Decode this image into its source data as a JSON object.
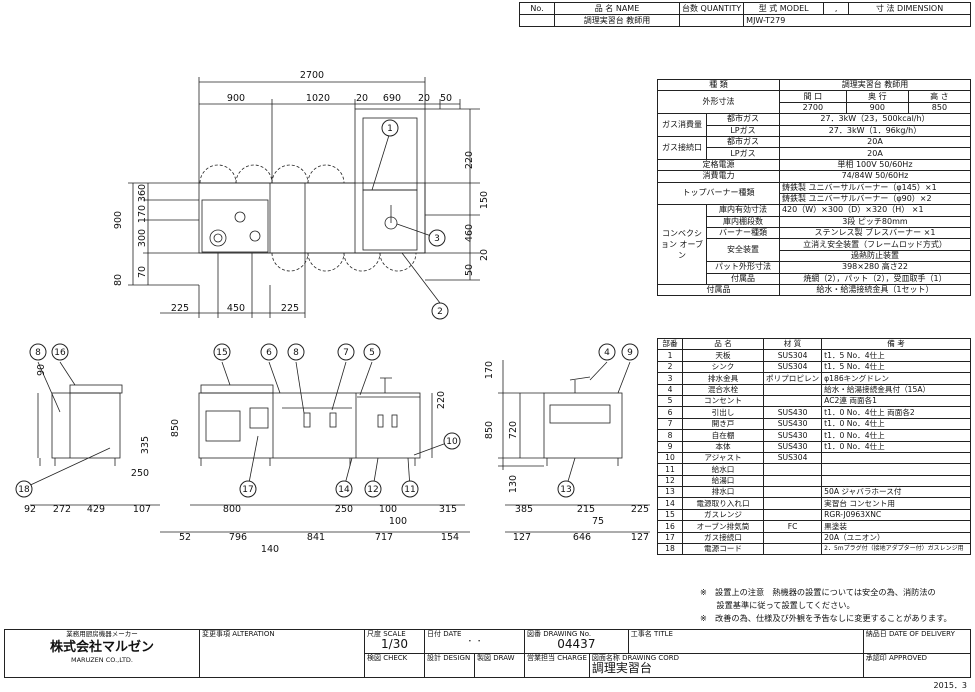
{
  "header": {
    "cols": [
      "No.",
      "品 名 NAME",
      "台数 QUANTITY",
      "型 式 MODEL",
      ",",
      "寸 法 DIMENSION"
    ],
    "row": {
      "name": "調理実習台 教師用",
      "model": "MJW-T279"
    }
  },
  "plan_dims": {
    "overall": "2700",
    "top": [
      "900",
      "1020",
      "20",
      "690",
      "20",
      "50"
    ],
    "right": [
      "220",
      "150",
      "460",
      "20",
      "50"
    ],
    "left": [
      "900",
      "360",
      "170",
      "300",
      "70",
      "80"
    ],
    "bottom": [
      "225",
      "450",
      "225"
    ]
  },
  "front_dims": {
    "bottom1": [
      "92",
      "272",
      "429",
      "107",
      "800",
      "250",
      "100",
      "315"
    ],
    "bottom_mid": "100",
    "bottom2": [
      "52",
      "796",
      "841",
      "717",
      "154"
    ],
    "bottom3": "140",
    "left_heights": [
      "90",
      "850",
      "335",
      "250"
    ],
    "right_heights": [
      "220"
    ]
  },
  "side_dims": {
    "left": [
      "170",
      "720",
      "850",
      "130"
    ],
    "bottom1": [
      "385",
      "215",
      "225"
    ],
    "bottom_small": "75",
    "bottom2": [
      "127",
      "646",
      "127"
    ]
  },
  "callouts": [
    "1",
    "2",
    "3",
    "4",
    "5",
    "6",
    "7",
    "8",
    "9",
    "10",
    "11",
    "12",
    "13",
    "14",
    "15",
    "16",
    "17",
    "18"
  ],
  "spec": {
    "kind_label": "種 類",
    "kind": "調理実習台 教師用",
    "outer_label": "外形寸法",
    "outer_heads": [
      "間 口",
      "奥 行",
      "高 さ"
    ],
    "outer_vals": [
      "2700",
      "900",
      "850"
    ],
    "gas_consumption_label": "ガス消費量",
    "city_gas": "都市ガス",
    "lp_gas": "LPガス",
    "gas_cons_city": "27．3kW（23，500kcal/h）",
    "gas_cons_lp": "27．3kW（1．96kg/h）",
    "gas_conn_label": "ガス接続口",
    "gas_conn_city": "20A",
    "gas_conn_lp": "20A",
    "power_label": "定格電源",
    "power": "単相 100V 50/60Hz",
    "consumption_label": "消費電力",
    "consumption": "74/84W 50/60Hz",
    "burner_label": "トップバーナー種類",
    "burner1": "鋳鉄製 ユニバーサルバーナー（φ145）×1",
    "burner2": "鋳鉄製 ユニバーサルバーナー（φ90）×2",
    "oven_label": "コンベクション オーブン",
    "oven_rows": [
      {
        "k": "庫内有効寸法",
        "v": "420（W）×300（D）×320（H） ×1"
      },
      {
        "k": "庫内棚段数",
        "v": "3段 ピッチ80mm"
      },
      {
        "k": "バーナー種類",
        "v": "ステンレス製 ブレスバーナー ×1"
      }
    ],
    "safety_label": "安全装置",
    "safety1": "立消え安全装置（フレームロッド方式）",
    "safety2": "過熱防止装置",
    "pad_label": "パット外形寸法",
    "pad": "398×280 高さ22",
    "acc_label": "付属品",
    "acc": "焼網（2），パット（2），受皿取手（1）",
    "acc2_label": "付属品",
    "acc2": "給水・給湯接続金具（1セット）"
  },
  "parts": {
    "heads": [
      "部番",
      "品 名",
      "材 質",
      "備 考"
    ],
    "rows": [
      [
        "1",
        "天板",
        "SUS304",
        "t1．5 No．4仕上"
      ],
      [
        "2",
        "シンク",
        "SUS304",
        "t1．5 No．4仕上"
      ],
      [
        "3",
        "排水金具",
        "ポリプロピレン",
        "φ186キングドレン"
      ],
      [
        "4",
        "混合水栓",
        "",
        "給水・給湯接続金具付（15A）"
      ],
      [
        "5",
        "コンセント",
        "",
        "AC2連 両面各1"
      ],
      [
        "6",
        "引出し",
        "SUS430",
        "t1．0 No．4仕上 両面各2"
      ],
      [
        "7",
        "開き戸",
        "SUS430",
        "t1．0 No．4仕上"
      ],
      [
        "8",
        "自在棚",
        "SUS430",
        "t1．0 No．4仕上"
      ],
      [
        "9",
        "本体",
        "SUS430",
        "t1．0 No．4仕上"
      ],
      [
        "10",
        "アジャスト",
        "SUS304",
        ""
      ],
      [
        "11",
        "給水口",
        "",
        ""
      ],
      [
        "12",
        "給湯口",
        "",
        ""
      ],
      [
        "13",
        "排水口",
        "",
        "50A ジャバラホース付"
      ],
      [
        "14",
        "電源取り入れ口",
        "",
        "実習台 コンセント用"
      ],
      [
        "15",
        "ガスレンジ",
        "",
        "RGR-J0963XNC"
      ],
      [
        "16",
        "オーブン排気筒",
        "FC",
        "黒塗装"
      ],
      [
        "17",
        "ガス接続口",
        "",
        "20A（ユニオン）"
      ],
      [
        "18",
        "電源コード",
        "",
        "2．5mプラグ付（接地アダプター付）ガスレンジ用"
      ]
    ]
  },
  "notes": [
    "※　設置上の注意　熱機器の設置については安全の為、消防法の",
    "　　設置基準に従って設置してください。",
    "※　改善の為、仕様及び外観を予告なしに変更することがあります。"
  ],
  "title_block": {
    "maker_label": "業務用厨房機器メーカー",
    "company": "株式会社マルゼン",
    "company_en": "MARUZEN CO.,LTD.",
    "alteration": "変更事項 ALTERATION",
    "scale_label": "尺度 SCALE",
    "scale": "1/30",
    "date_label": "日付 DATE",
    "date": "・ ・",
    "drawing_no_label": "図番 DRAWING No.",
    "drawing_no": "04437",
    "title_label": "工事名 TITLE",
    "delivery_label": "納品日 DATE OF DELIVERY",
    "check_label": "検図 CHECK",
    "design_label": "設計 DESIGN",
    "draw_label": "製図 DRAW",
    "charge_label": "営業担当 CHARGE",
    "cord_label": "図面名称 DRAWING CORD",
    "cord": "調理実習台",
    "approved_label": "承認印 APPROVED",
    "year": "2015．3"
  }
}
